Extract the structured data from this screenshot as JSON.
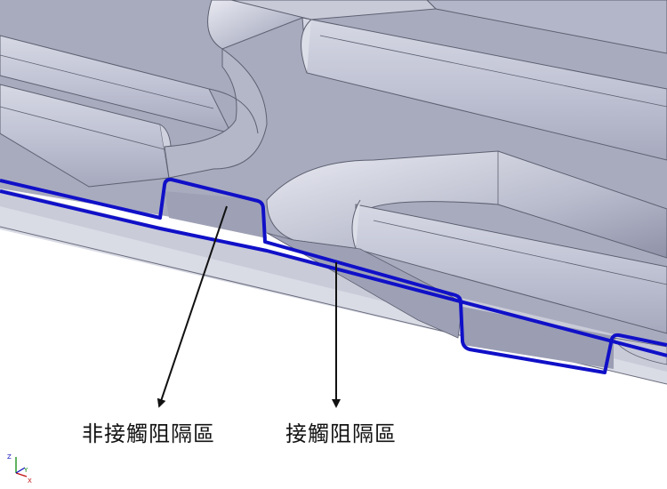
{
  "labels": {
    "non_contact_zone": "非接觸阻隔區",
    "contact_zone": "接觸阻隔區"
  },
  "triad": {
    "z": "Z",
    "y": "Y",
    "x": "X"
  },
  "colors": {
    "plate_face": "#a9acbf",
    "channel_floor": "#9a9db3",
    "rib_top": "#c3c6d6",
    "edge_line": "#5d6070",
    "section_highlight": "#1010c8",
    "arrow": "#111111"
  }
}
